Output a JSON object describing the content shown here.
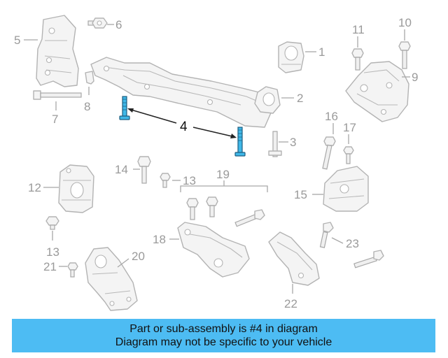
{
  "diagram": {
    "callouts": {
      "c1": "1",
      "c2": "2",
      "c3": "3",
      "c4": "4",
      "c5": "5",
      "c6": "6",
      "c7": "7",
      "c8": "8",
      "c9": "9",
      "c10": "10",
      "c11": "11",
      "c12": "12",
      "c13a": "13",
      "c13b": "13",
      "c14": "14",
      "c15": "15",
      "c16": "16",
      "c17": "17",
      "c18": "18",
      "c19": "19",
      "c20": "20",
      "c21": "21",
      "c22": "22",
      "c23": "23"
    },
    "highlight_color": "#3fb8e8"
  },
  "banner": {
    "line1": "Part or sub-assembly is #4 in diagram",
    "line2": "Diagram may not be specific to your vehicle",
    "background": "#4dbcf3"
  }
}
